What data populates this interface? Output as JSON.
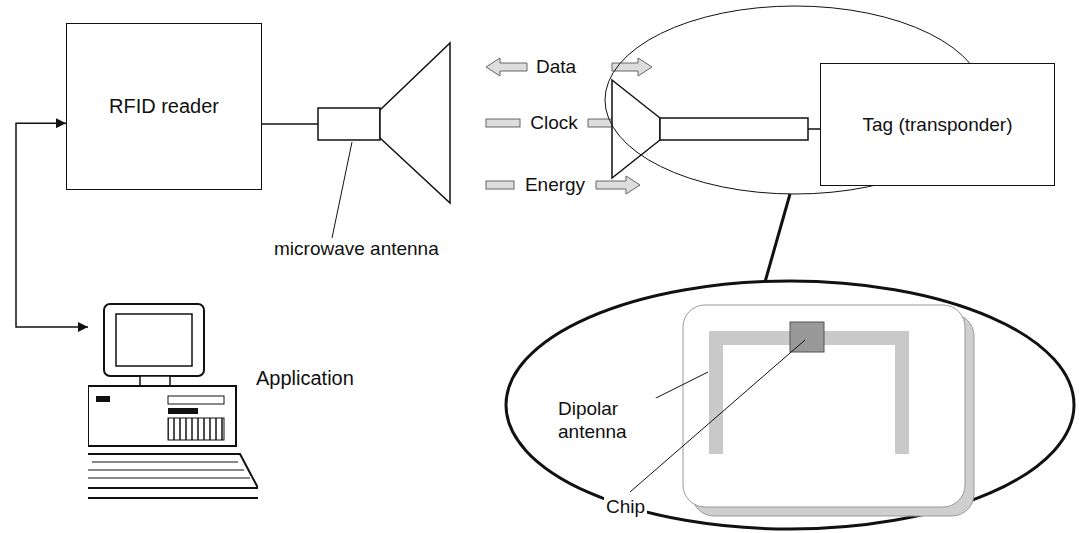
{
  "diagram": {
    "nodes": [
      {
        "text": [
          "RFID reader"
        ]
      },
      {
        "text": [
          "Tag (transponder)"
        ]
      },
      {
        "text": [
          "Application"
        ]
      }
    ],
    "edges": [
      {
        "from": 0,
        "to": 2,
        "arrow": "both"
      }
    ],
    "labels": [
      "Data",
      "Clock",
      "Energy",
      "microwave antenna",
      "Dipolar antenna",
      "Chip"
    ]
  }
}
